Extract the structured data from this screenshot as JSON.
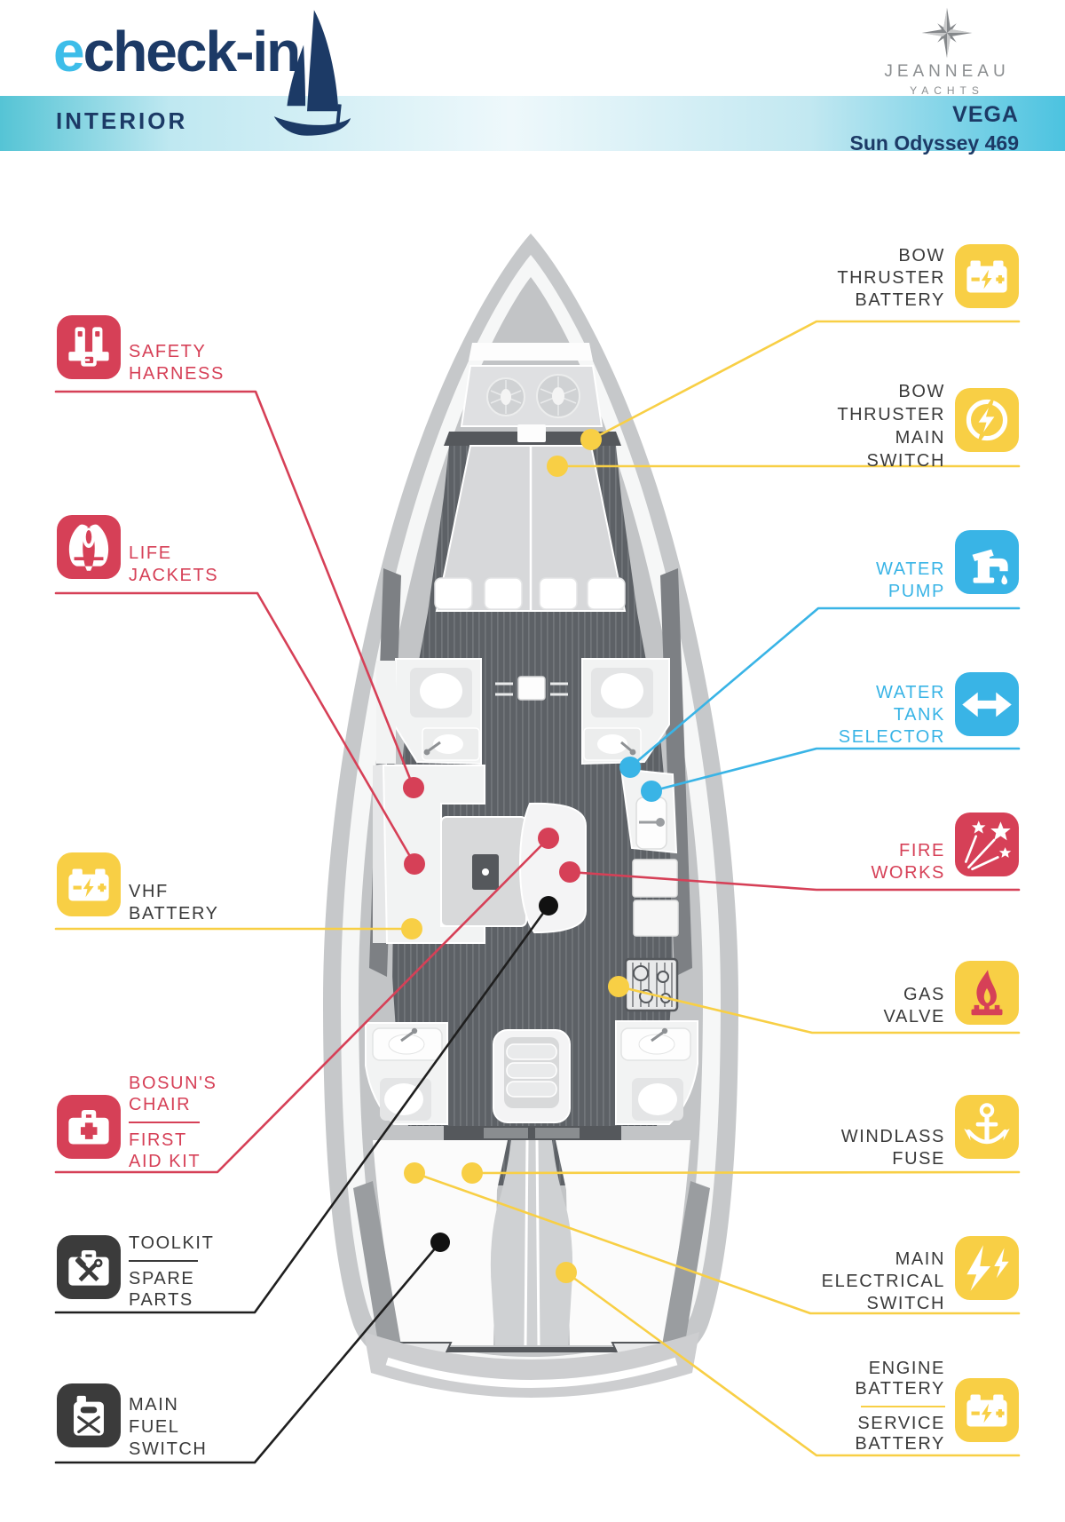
{
  "header": {
    "brand": {
      "e": "e",
      "rest": "check-in"
    },
    "band_label": "INTERIOR",
    "manufacturer": {
      "name": "JEANNEAU",
      "sub": "YACHTS"
    },
    "boat": {
      "name": "VEGA",
      "model": "Sun Odyssey 469"
    }
  },
  "colors": {
    "navy": "#1c3a66",
    "cyan": "#3dbde9",
    "red": "#d64057",
    "yellow": "#f8cf45",
    "blue": "#39b4e6",
    "black": "#3b3b3b",
    "text_dark": "#3a3a3a",
    "logo_gray": "#8b8e90"
  },
  "callouts": {
    "left": [
      {
        "id": "safety-harness",
        "icon": "harness-icon",
        "color": "red",
        "lines": [
          "SAFETY",
          "HARNESS"
        ]
      },
      {
        "id": "life-jackets",
        "icon": "life-jacket-icon",
        "color": "red",
        "lines": [
          "LIFE",
          "JACKETS"
        ]
      },
      {
        "id": "vhf-battery",
        "icon": "battery-icon",
        "color": "yellow",
        "lines": [
          "VHF",
          "BATTERY"
        ]
      },
      {
        "id": "bosuns-chair-first-aid-kit",
        "icon": "first-aid-icon",
        "color": "red",
        "groups": [
          [
            "BOSUN'S",
            "CHAIR"
          ],
          [
            "FIRST",
            "AID KIT"
          ]
        ]
      },
      {
        "id": "toolkit-spare-parts",
        "icon": "toolbox-icon",
        "color": "black",
        "groups": [
          [
            "TOOLKIT"
          ],
          [
            "SPARE",
            "PARTS"
          ]
        ]
      },
      {
        "id": "main-fuel-switch",
        "icon": "jerry-can-icon",
        "color": "black",
        "lines": [
          "MAIN",
          "FUEL",
          "SWITCH"
        ]
      }
    ],
    "right": [
      {
        "id": "bow-thruster-battery",
        "icon": "battery-icon",
        "color": "yellow",
        "lines": [
          "BOW",
          "THRUSTER",
          "BATTERY"
        ]
      },
      {
        "id": "bow-thruster-main-switch",
        "icon": "bolt-circle-icon",
        "color": "yellow",
        "lines": [
          "BOW",
          "THRUSTER",
          "MAIN",
          "SWITCH"
        ]
      },
      {
        "id": "water-pump",
        "icon": "faucet-icon",
        "color": "blue",
        "lines": [
          "WATER",
          "PUMP"
        ]
      },
      {
        "id": "water-tank-selector",
        "icon": "double-arrow-icon",
        "color": "blue",
        "lines": [
          "WATER",
          "TANK",
          "SELECTOR"
        ]
      },
      {
        "id": "fire-works",
        "icon": "fireworks-icon",
        "color": "red",
        "lines": [
          "FIRE",
          "WORKS"
        ]
      },
      {
        "id": "gas-valve",
        "icon": "flame-icon",
        "color": "yellow",
        "lines": [
          "GAS",
          "VALVE"
        ]
      },
      {
        "id": "windlass-fuse",
        "icon": "anchor-icon",
        "color": "yellow",
        "lines": [
          "WINDLASS",
          "FUSE"
        ]
      },
      {
        "id": "main-electrical-switch",
        "icon": "double-bolt-icon",
        "color": "yellow",
        "lines": [
          "MAIN",
          "ELECTRICAL",
          "SWITCH"
        ]
      },
      {
        "id": "engine-service-battery",
        "icon": "battery-icon",
        "color": "yellow",
        "groups": [
          [
            "ENGINE",
            "BATTERY"
          ],
          [
            "SERVICE",
            "BATTERY"
          ]
        ]
      }
    ]
  }
}
